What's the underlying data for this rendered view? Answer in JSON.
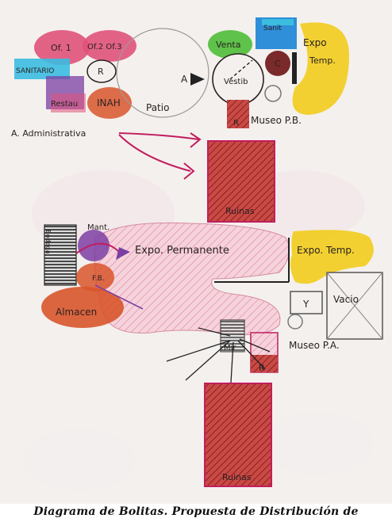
{
  "colors": {
    "paper": "#f4f0ee",
    "pink": "#e0527a",
    "magenta": "#c21d5e",
    "green": "#5fc24a",
    "blue": "#2f8fd8",
    "cyan": "#3bbde0",
    "yellow": "#f2cc1c",
    "purple": "#7b3fa3",
    "orange": "#d8552a",
    "red": "#9e2a2a",
    "lightpink": "#f3c3cf",
    "ink": "#2a2222"
  },
  "labels": {
    "of1": "Of. 1",
    "of23": "Of.2 Of.3",
    "sanitario_left": "SANITARIO",
    "r": "R",
    "restaurante": "Restau",
    "inah": "INAH",
    "patio": "Patio",
    "venta": "Venta",
    "sanit_top": "Sanit",
    "expo_temp_top": "Expo Temp.",
    "c": "C",
    "a": "A",
    "vestib": "Vestib",
    "museo_pb": "Museo P.B.",
    "r_small_1": "R",
    "area_administrativa": "A. Administrativa",
    "ruinas_1": "Ruinas",
    "bodega": "Bodega",
    "mant": "Mant.",
    "expo_permanente": "Expo. Permanente",
    "expo_temp_mid": "Expo. Temp.",
    "fb": "F.B.",
    "almacen": "Almacen",
    "y": "Y",
    "vacio": "Vacio",
    "mir": "Mir",
    "r_small_2": "R",
    "museo_pa": "Museo P.A.",
    "ruinas_2": "Ruinas"
  },
  "caption": "Diagrama de Bolitas. Propuesta de Distribución de"
}
